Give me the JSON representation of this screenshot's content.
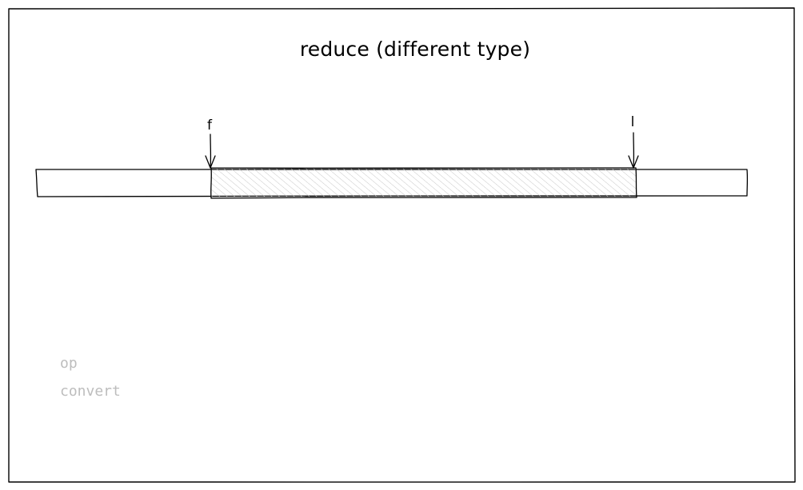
{
  "diagram": {
    "title": "reduce (different type)",
    "first_marker_label": "f",
    "last_marker_label": "l",
    "legend": {
      "items": [
        "op",
        "convert"
      ]
    },
    "colors": {
      "stroke": "#000000",
      "hatch": "#c8c8c8",
      "legend_text": "#bdbdbd",
      "background": "#ffffff"
    }
  }
}
